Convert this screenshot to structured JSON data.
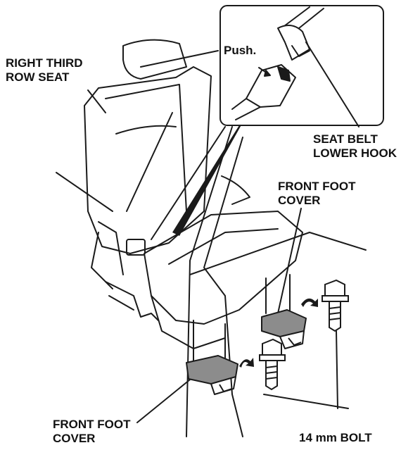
{
  "labels": {
    "right_third_row_seat": [
      "RIGHT THIRD",
      "ROW SEAT"
    ],
    "push": "Push.",
    "seat_belt_lower_hook": [
      "SEAT BELT",
      "LOWER HOOK"
    ],
    "front_foot_cover_upper": [
      "FRONT FOOT",
      "COVER"
    ],
    "front_foot_cover_lower": [
      "FRONT FOOT",
      "COVER"
    ],
    "bolt": "14 mm BOLT"
  },
  "colors": {
    "line": "#1a1a1a",
    "cover_fill": "#8c8c8c",
    "background": "#ffffff"
  }
}
